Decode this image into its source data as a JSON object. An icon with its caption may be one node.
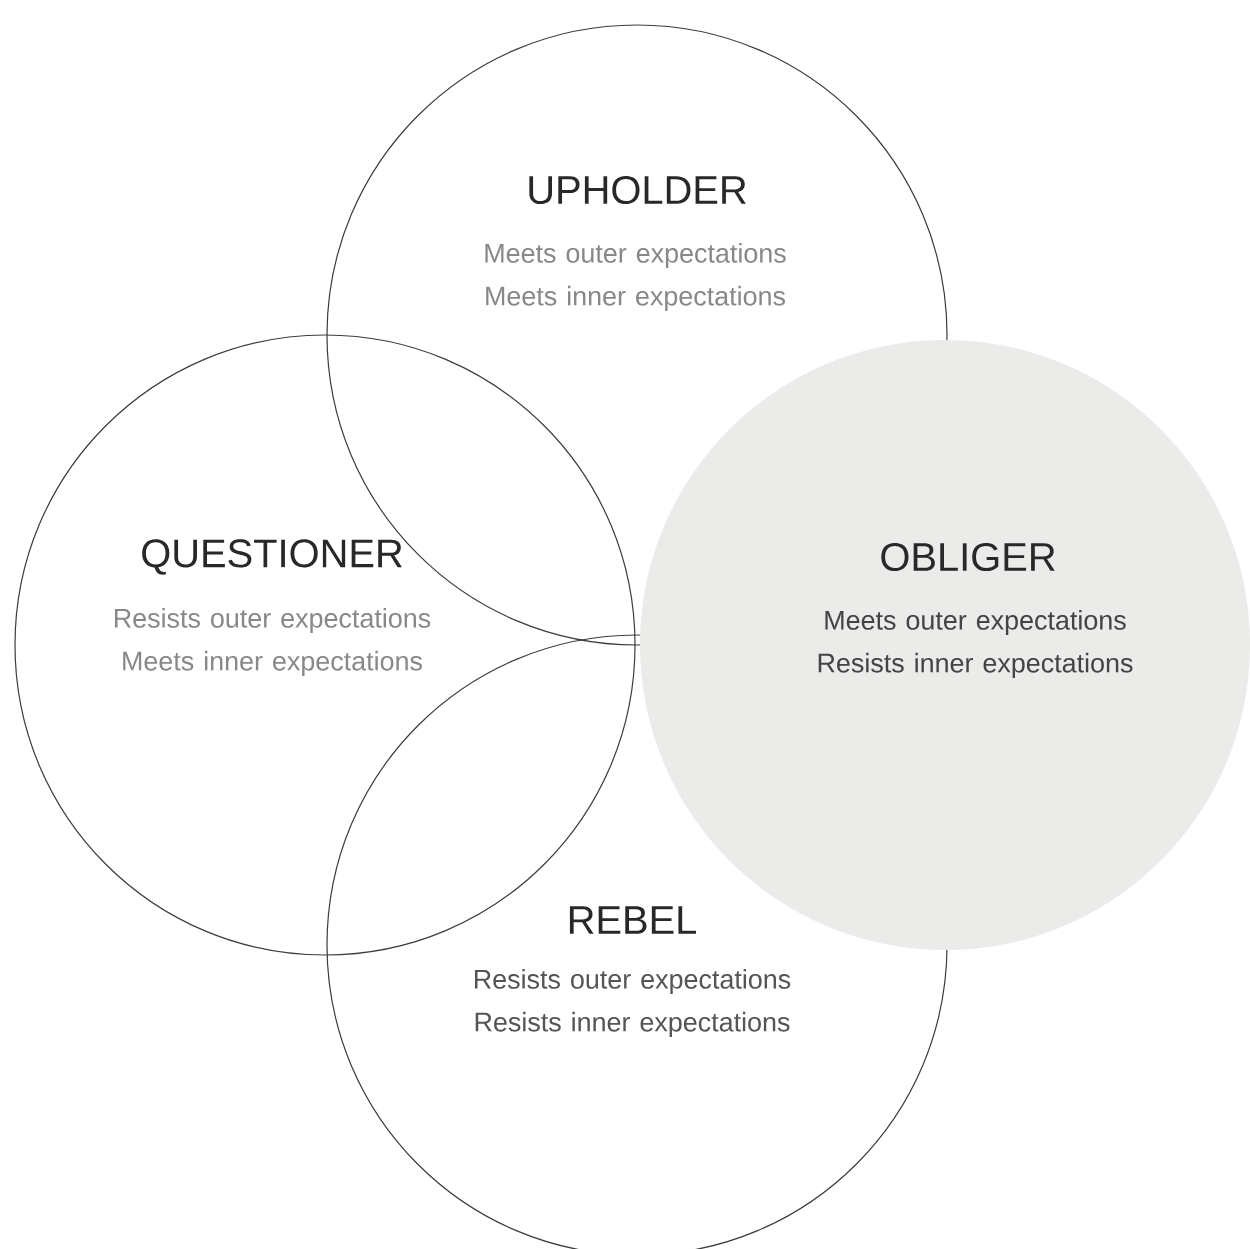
{
  "diagram": {
    "nodes": [
      {
        "text": [
          "UPHOLDER",
          "Meets outer expectations Meets inner expectations"
        ]
      },
      {
        "text": [
          "QUESTIONER",
          "Resists outer expectations Meets inner expectations"
        ]
      },
      {
        "text": [
          "OBLIGER",
          "Meets outer expectations Resists inner expectations"
        ]
      },
      {
        "text": [
          "REBEL",
          "Resists outer expectations Resists inner expectations"
        ]
      }
    ]
  }
}
